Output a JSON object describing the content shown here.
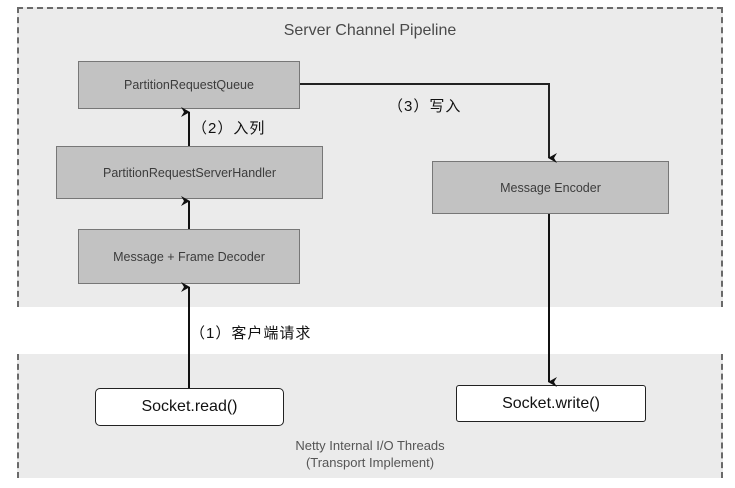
{
  "server_pipeline": {
    "title": "Server Channel Pipeline",
    "handlers": {
      "queue": "PartitionRequestQueue",
      "server_handler": "PartitionRequestServerHandler",
      "decoder": "Message + Frame Decoder",
      "encoder": "Message Encoder"
    }
  },
  "transport": {
    "line1": "Netty Internal I/O Threads",
    "line2": "(Transport Implement)",
    "socket_read": "Socket.read()",
    "socket_write": "Socket.write()"
  },
  "steps": {
    "step1": "（1）客户端请求",
    "step2": "（2）入列",
    "step3": "（3）写入"
  }
}
